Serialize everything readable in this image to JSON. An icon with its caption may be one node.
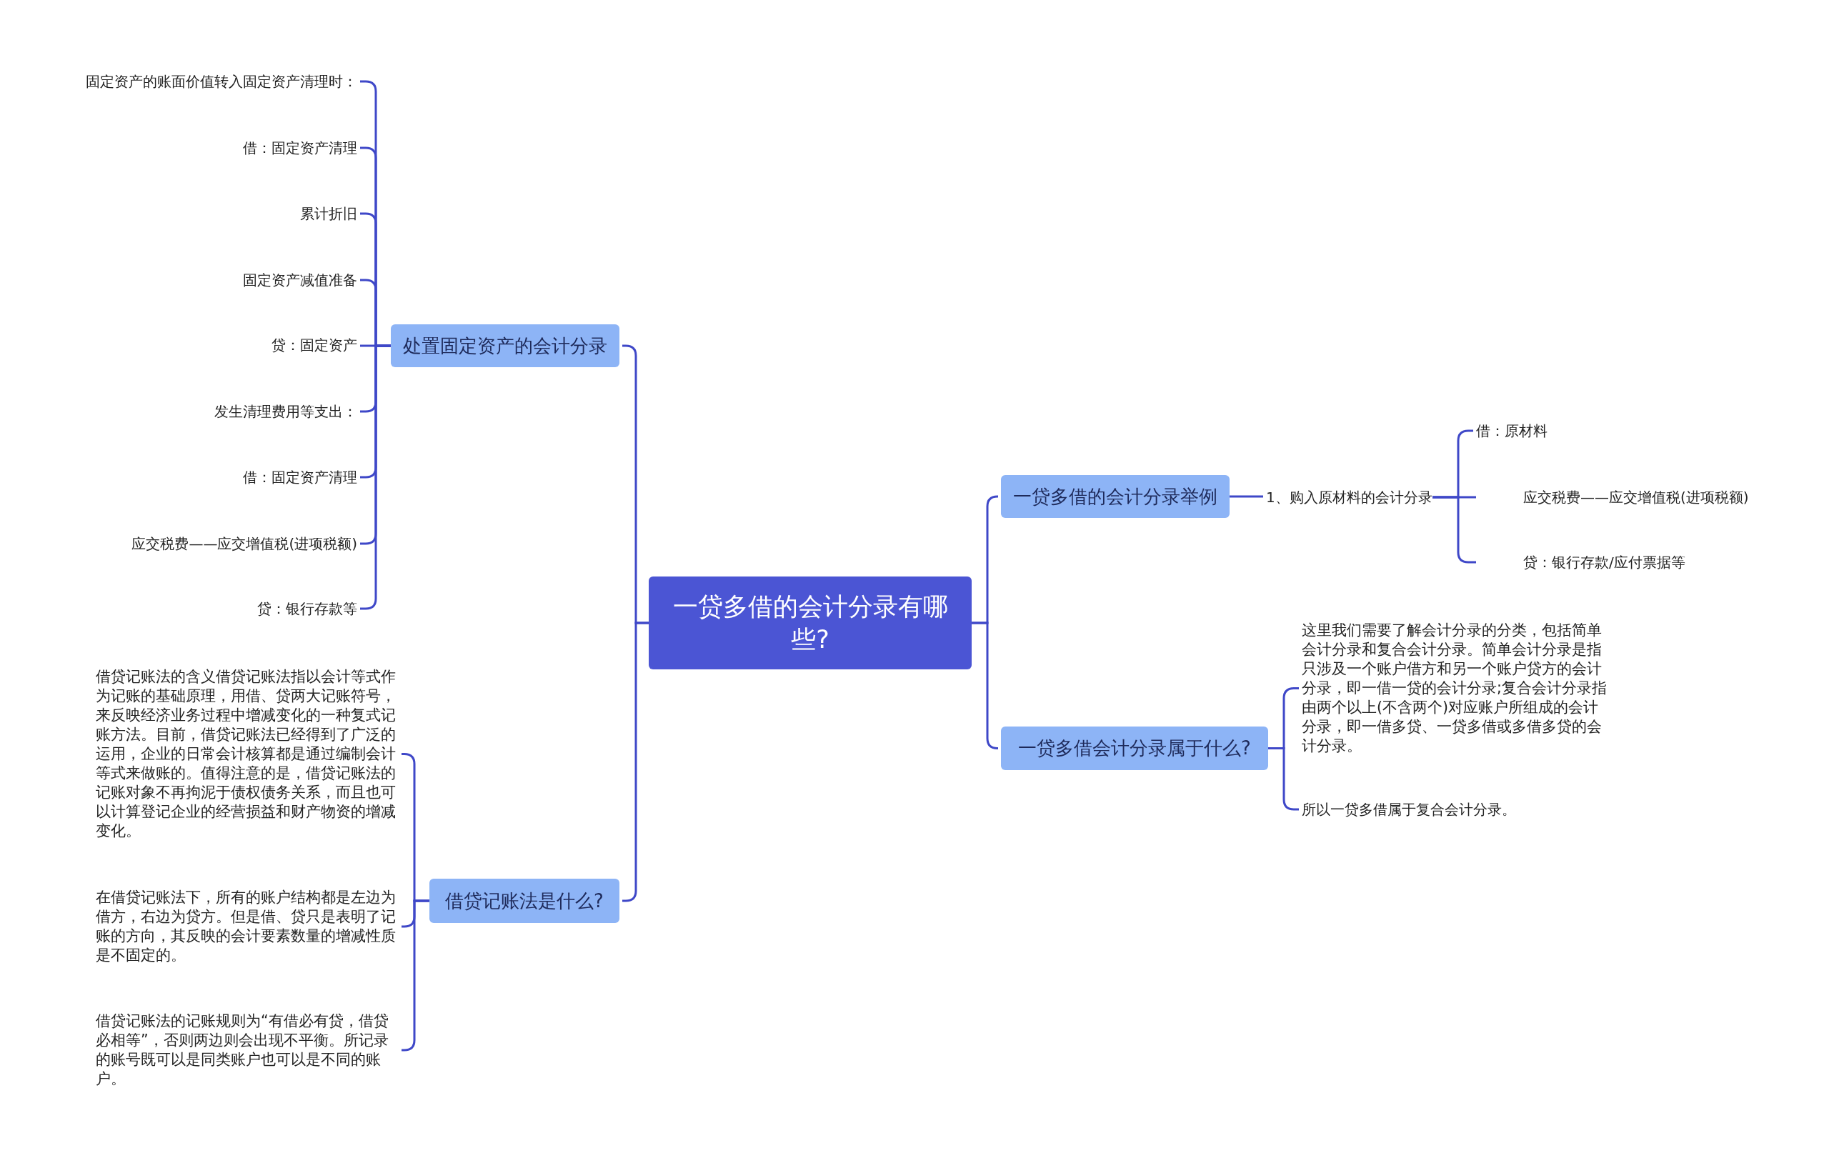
{
  "diagram": {
    "nodes": [
      {
        "text": [
          "一贷多借的会计分录有哪些?"
        ]
      },
      {
        "text": [
          "处置固定资产的会计分录"
        ]
      },
      {
        "text": [
          "固定资产的账面价值转入固定资产清理时："
        ]
      },
      {
        "text": [
          "借：固定资产清理"
        ]
      },
      {
        "text": [
          "累计折旧"
        ]
      },
      {
        "text": [
          "固定资产减值准备"
        ]
      },
      {
        "text": [
          "贷：固定资产"
        ]
      },
      {
        "text": [
          "发生清理费用等支出："
        ]
      },
      {
        "text": [
          "借：固定资产清理"
        ]
      },
      {
        "text": [
          "应交税费——应交增值税(进项税额)"
        ]
      },
      {
        "text": [
          "贷：银行存款等"
        ]
      },
      {
        "text": [
          "借贷记账法是什么?"
        ]
      },
      {
        "text": [
          "借贷记账法的含义借贷记账法指以会计等式作为记账的基础原理，用借、贷两大记账符号，来反映经济业务过程中增减变化的一种复式记账方法。目前，借贷记账法已经得到了广泛的运用，企业的日常会计核算都是通过编制会计等式来做账的。值得注意的是，借贷记账法的记账对象不再拘泥于债权债务关系，而且也可以计算登记企业的经营损益和财产物资的增减变化。"
        ]
      },
      {
        "text": [
          "在借贷记账法下，所有的账户结构都是左边为借方，右边为贷方。但是借、贷只是表明了记账的方向，其反映的会计要素数量的增减性质是不固定的。"
        ]
      },
      {
        "text": [
          "借贷记账法的记账规则为“有借必有贷，借贷必相等”，否则两边则会出现不平衡。所记录的账号既可以是同类账户也可以是不同的账户。"
        ]
      },
      {
        "text": [
          "一贷多借的会计分录举例"
        ]
      },
      {
        "text": [
          "1、购入原材料的会计分录"
        ]
      },
      {
        "text": [
          "借：原材料"
        ]
      },
      {
        "text": [
          "应交税费——应交增值税(进项税额)"
        ]
      },
      {
        "text": [
          "贷：银行存款/应付票据等"
        ]
      },
      {
        "text": [
          "一贷多借会计分录属于什么?"
        ]
      },
      {
        "text": [
          "这里我们需要了解会计分录的分类，包括简单会计分录和复合会计分录。简单会计分录是指只涉及一个账户借方和另一个账户贷方的会计分录，即一借一贷的会计分录;复合会计分录指由两个以上(不含两个)对应账户所组成的会计分录，即一借多贷、一贷多借或多借多贷的会计分录。"
        ]
      },
      {
        "text": [
          "所以一贷多借属于复合会计分录。"
        ]
      }
    ],
    "edges": [
      {
        "from": 0,
        "to": 1,
        "arrow": "none"
      },
      {
        "from": 1,
        "to": 2,
        "arrow": "none"
      },
      {
        "from": 1,
        "to": 3,
        "arrow": "none"
      },
      {
        "from": 1,
        "to": 4,
        "arrow": "none"
      },
      {
        "from": 1,
        "to": 5,
        "arrow": "none"
      },
      {
        "from": 1,
        "to": 6,
        "arrow": "none"
      },
      {
        "from": 1,
        "to": 7,
        "arrow": "none"
      },
      {
        "from": 1,
        "to": 8,
        "arrow": "none"
      },
      {
        "from": 1,
        "to": 9,
        "arrow": "none"
      },
      {
        "from": 1,
        "to": 10,
        "arrow": "none"
      },
      {
        "from": 0,
        "to": 11,
        "arrow": "none"
      },
      {
        "from": 11,
        "to": 12,
        "arrow": "none"
      },
      {
        "from": 11,
        "to": 13,
        "arrow": "none"
      },
      {
        "from": 11,
        "to": 14,
        "arrow": "none"
      },
      {
        "from": 0,
        "to": 15,
        "arrow": "none"
      },
      {
        "from": 15,
        "to": 16,
        "arrow": "none"
      },
      {
        "from": 16,
        "to": 17,
        "arrow": "none"
      },
      {
        "from": 16,
        "to": 18,
        "arrow": "none"
      },
      {
        "from": 16,
        "to": 19,
        "arrow": "none"
      },
      {
        "from": 0,
        "to": 20,
        "arrow": "none"
      },
      {
        "from": 20,
        "to": 21,
        "arrow": "none"
      },
      {
        "from": 20,
        "to": 22,
        "arrow": "none"
      }
    ]
  }
}
